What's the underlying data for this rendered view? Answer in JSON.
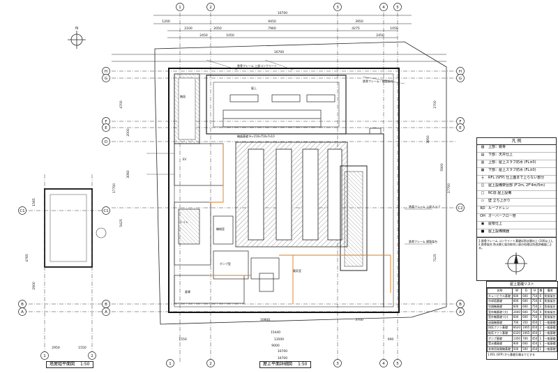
{
  "grid_labels": {
    "columns": [
      "1",
      "2",
      "3",
      "4",
      "5"
    ],
    "rows_left": [
      "H",
      "G",
      "F",
      "E",
      "D",
      "C1",
      "B",
      "A"
    ],
    "rows_right": [
      "H",
      "G",
      "F",
      "E",
      "C2",
      "B",
      "A"
    ],
    "small_columns": [
      "1",
      "2"
    ],
    "small_rows": [
      "C1",
      "B",
      "A"
    ]
  },
  "dimensions": {
    "top": [
      "16700",
      "1200",
      "9450",
      "3950",
      "2100",
      "2450",
      "2050",
      "1050",
      "7960",
      "4275",
      "2450",
      "1050",
      "16700"
    ],
    "bottom": [
      "16700",
      "9000",
      "15440",
      "1550",
      "13500",
      "10800",
      "3700",
      "900",
      "16700"
    ],
    "small_bottom": [
      "2950",
      "1550"
    ],
    "left": [
      "17700",
      "4700",
      "2000",
      "3060",
      "5425",
      "1565",
      "4765",
      "2900"
    ],
    "right": [
      "17700",
      "7125",
      "5900",
      "2700",
      "3950"
    ]
  },
  "labels": {
    "room_labels": [
      "階段",
      "EV",
      "トイレ",
      "機械室",
      "屋上",
      "ポンプ室",
      "電気室",
      "倉庫"
    ],
    "frame_notes": [
      "鉄骨フレーム 上部コンクリート",
      "鉄骨フレーム・鋼製架台",
      "鉄骨フレーム 上部スラブ",
      "鉄骨フレーム 鋼製架台"
    ],
    "center_note": "機器基礎 H=150x750x7x10"
  },
  "legend": {
    "title": "凡 例",
    "rows": [
      {
        "sym": "▨",
        "text": "上部：鉄骨"
      },
      {
        "sym": "▤",
        "text": "下部：天井仕上"
      },
      {
        "sym": "▥",
        "text": "上部：屋上スラブ防水 (FL±0)"
      },
      {
        "sym": "▦",
        "text": "下部：屋上スラブ防水 (FL±0)"
      },
      {
        "sym": "┼",
        "text": "RFL (SFP) 仕上面まで上らない部分"
      },
      {
        "sym": "◫",
        "text": "屋上設備架台部 (F'2m, 2F'4m/5m)"
      },
      {
        "sym": "□",
        "text": "RC造 屋上設備"
      },
      {
        "sym": "▭",
        "text": "壁 立ち上がり"
      },
      {
        "sym": "RD",
        "text": "ルーフドレン"
      },
      {
        "sym": "OH",
        "text": "オーバーフロー管"
      },
      {
        "sym": "▣",
        "text": "屋根仕上"
      },
      {
        "sym": "■",
        "text": "屋上設備機器"
      }
    ],
    "note": "1.鉄骨フレーム コンクリート基礎は防水層の上 (100以上)。2.鉄骨架台 防水層と架台取合い部の処理は別途詳細図による。"
  },
  "compass": {
    "label": "N"
  },
  "foundation_table": {
    "title": "屋上基礎リスト",
    "headers": [
      "名称",
      "W",
      "D",
      "H",
      "数",
      "備考"
    ],
    "rows": [
      [
        "キュービクル基礎",
        "600",
        "600",
        "750",
        "6",
        "防振架台"
      ],
      [
        "冷却塔基礎",
        "600",
        "600",
        "750",
        "6",
        "防振架台"
      ],
      [
        "空調機基礎",
        "600",
        "600",
        "750",
        "2",
        "防振架台"
      ],
      [
        "室外機基礎 (大)",
        "2400",
        "600",
        "750",
        "4",
        "防振架台"
      ],
      [
        "室外機基礎 (小)",
        "600",
        "600",
        "750",
        "4",
        "防振架台"
      ],
      [
        "送風機基礎",
        "700",
        "350",
        "450",
        "1",
        "一般基礎"
      ],
      [
        "排気ファン基礎",
        "6620",
        "1065",
        "450",
        "2",
        "一般基礎"
      ],
      [
        "給気ファン基礎",
        "6320",
        "1065",
        "450",
        "1",
        "一般基礎"
      ],
      [
        "ポンプ基礎",
        "1350",
        "700",
        "450",
        "1",
        "一般基礎"
      ],
      [
        "受水槽基礎",
        "900",
        "600",
        "450",
        "1",
        "一般基礎"
      ],
      [
        "非常用発電機基礎",
        "500",
        "500",
        "450",
        "1",
        "一般基礎"
      ]
    ],
    "foot": "1.RFL (SFP) から基礎天端までとする"
  },
  "titles": {
    "small_plan": "塔屋階平面図",
    "small_scale": "1:50",
    "main_plan": "屋上平面詳細図",
    "main_scale": "1:50"
  }
}
